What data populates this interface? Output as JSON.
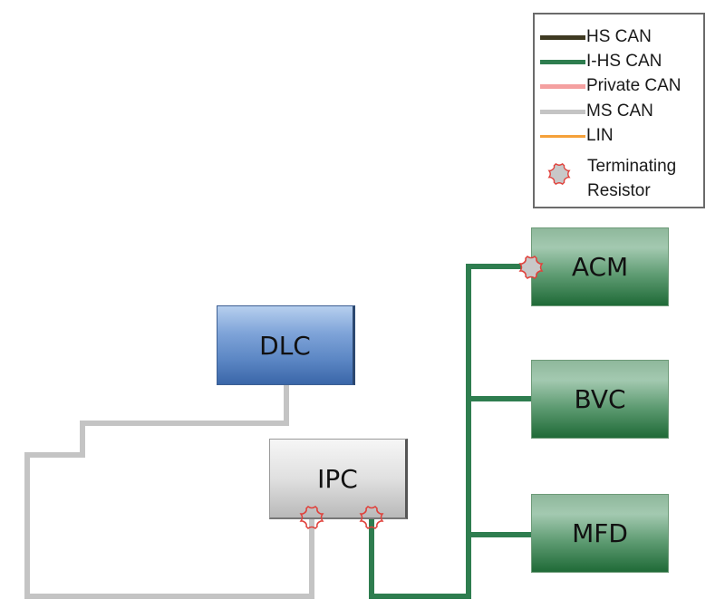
{
  "legend": {
    "items": [
      {
        "label": "HS CAN",
        "color": "#3f3a22",
        "icon": "line-swatch"
      },
      {
        "label": "I-HS CAN",
        "color": "#2e7d4f",
        "icon": "line-swatch"
      },
      {
        "label": "Private CAN",
        "color": "#f4a0a0",
        "icon": "line-swatch"
      },
      {
        "label": "MS CAN",
        "color": "#c4c4c4",
        "icon": "line-swatch"
      },
      {
        "label": "LIN",
        "color": "#f5a13a",
        "icon": "line-swatch"
      }
    ],
    "resistor": {
      "label_line1": "Terminating",
      "label_line2": "Resistor",
      "icon": "terminating-resistor-icon"
    }
  },
  "nodes": {
    "acm": {
      "label": "ACM"
    },
    "bvc": {
      "label": "BVC"
    },
    "mfd": {
      "label": "MFD"
    },
    "dlc": {
      "label": "DLC"
    },
    "ipc": {
      "label": "IPC"
    }
  },
  "colors": {
    "ihs_can": "#2e7d4f",
    "ms_can": "#c4c4c4",
    "resistor_stroke": "#e0403a",
    "resistor_fill": "#c8c8c8"
  }
}
